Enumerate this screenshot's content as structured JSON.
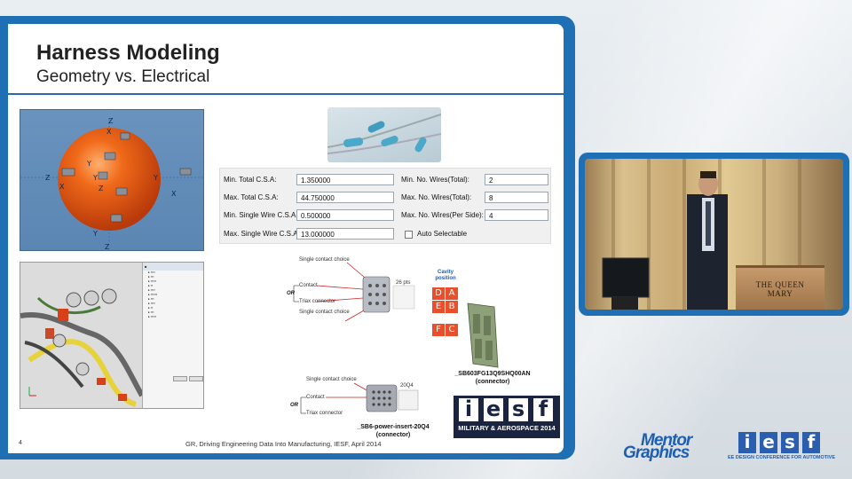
{
  "slide": {
    "title": "Harness Modeling",
    "subtitle": "Geometry vs. Electrical",
    "page_number": "4",
    "footer": "GR, Driving Engineering Data Into Manufacturing, IESF, April 2014"
  },
  "properties": {
    "min_total_csa_label": "Min. Total C.S.A:",
    "min_total_csa_value": "1.350000",
    "max_total_csa_label": "Max. Total C.S.A:",
    "max_total_csa_value": "44.750000",
    "min_single_csa_label": "Min. Single Wire C.S.A:",
    "min_single_csa_value": "0.500000",
    "max_single_csa_label": "Max. Single Wire C.S.A:",
    "max_single_csa_value": "13.000000",
    "min_wires_total_label": "Min. No. Wires(Total):",
    "min_wires_total_value": "2",
    "max_wires_total_label": "Max. No. Wires(Total):",
    "max_wires_total_value": "8",
    "max_wires_side_label": "Max. No. Wires(Per Side):",
    "max_wires_side_value": "4",
    "auto_selectable_label": "Auto Selectable"
  },
  "diagram": {
    "single_contact_choice": "Single contact choice",
    "contact": "Contact",
    "or": "OR",
    "triax_connector": "Triax connector",
    "cavity_position": "Cavity\nposition",
    "cavity_letters": [
      "D",
      "A",
      "E",
      "B",
      "F",
      "C"
    ],
    "connector1_name": "_SB603FG13Q9SHQ00AN\n(connector)",
    "connector2_name": "_SB6-power-insert-20Q4\n(connector)",
    "pin_label_1": "26 pts",
    "pin_label_2": "20Q4"
  },
  "sphere_axes": {
    "z": "Z",
    "y": "Y",
    "x": "X"
  },
  "iesf_badge": {
    "letters": [
      "i",
      "e",
      "s",
      "f"
    ],
    "tagline": "MILITARY & AEROSPACE 2014"
  },
  "video": {
    "podium_sign": "THE QUEEN MARY"
  },
  "logos": {
    "mentor_line1": "Mentor",
    "mentor_line2": "Graphics",
    "iesf_letters": [
      "i",
      "e",
      "s",
      "f"
    ],
    "iesf_tagline": "EE DESIGN CONFERENCE FOR AUTOMOTIVE"
  },
  "colors": {
    "frame_blue": "#1f6fb5",
    "accent_orange": "#e8502d",
    "sphere_orange": "#e8590f",
    "iesf_navy": "#1a2440"
  }
}
